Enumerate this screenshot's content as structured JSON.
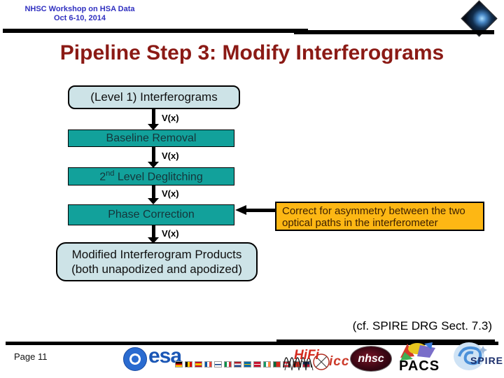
{
  "slide": {
    "header": {
      "line1": "NHSC Workshop on HSA Data",
      "line2": "Oct 6-10, 2014"
    },
    "title": "Pipeline Step 3: Modify Interferograms",
    "flow": {
      "box1": "(Level 1) Interferograms",
      "signal": "V(x)",
      "box2": "Baseline Removal",
      "box3_num": "2",
      "box3_sup": "nd",
      "box3_rest": " Level Deglitching",
      "box4": "Phase Correction",
      "box5_line1": "Modified Interferogram Products",
      "box5_line2": "(both unapodized and apodized)"
    },
    "callout": {
      "line1": "Correct for asymmetry between the two",
      "line2": "optical paths in the interferometer"
    },
    "reference": "(cf. SPIRE DRG Sect. 7.3)",
    "footer": {
      "page": "Page 11",
      "esa": "esa",
      "hifi": "HiFi",
      "icc": "icc",
      "nhsc": "nhsc",
      "pacs": "PACS",
      "spire": "SPIRE"
    },
    "colors": {
      "title_maroon": "#8b1a15",
      "header_blue": "#3030c0",
      "box_blue": "#cde3e7",
      "teal": "#12a19b",
      "callout_orange": "#fdb714",
      "esa_blue": "#1a56b5"
    }
  }
}
